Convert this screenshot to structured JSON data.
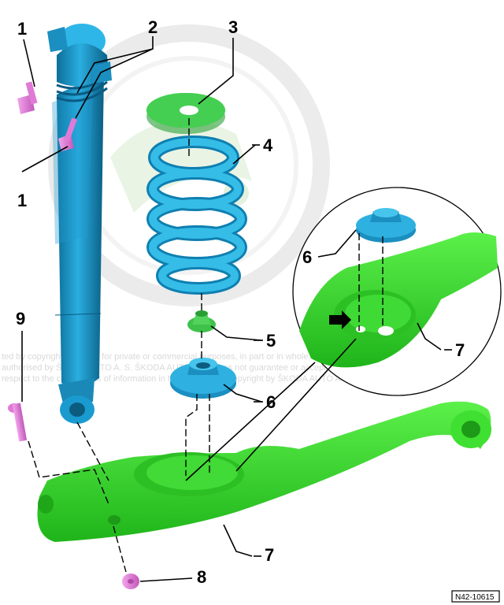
{
  "callouts": {
    "c1a": "1",
    "c1b": "1",
    "c2": "2",
    "c3": "3",
    "c4": "4",
    "c5": "5",
    "c6a": "6",
    "c6b": "6",
    "c7a": "7",
    "c7b": "7",
    "c8": "8",
    "c9": "9"
  },
  "watermark": {
    "line1": "ted by copyright. Copying for private or commercial purposes, in part or in whole, is not permitted",
    "line2": "authorised by ŠKODA AUTO A. S. ŠKODA AUTO A. S. does not guarantee or accept any liability",
    "line3": "respect to the correctness of information in this document. Copyright by ŠKODA AUTO A. S."
  },
  "figure_code": "N42-10615",
  "colors": {
    "shock_absorber": "#1a9bd0",
    "spring": "#2ab0dc",
    "spring_plate": "#3ec24a",
    "link_arm": "#33e62b",
    "bolt": "#e07ad6"
  }
}
